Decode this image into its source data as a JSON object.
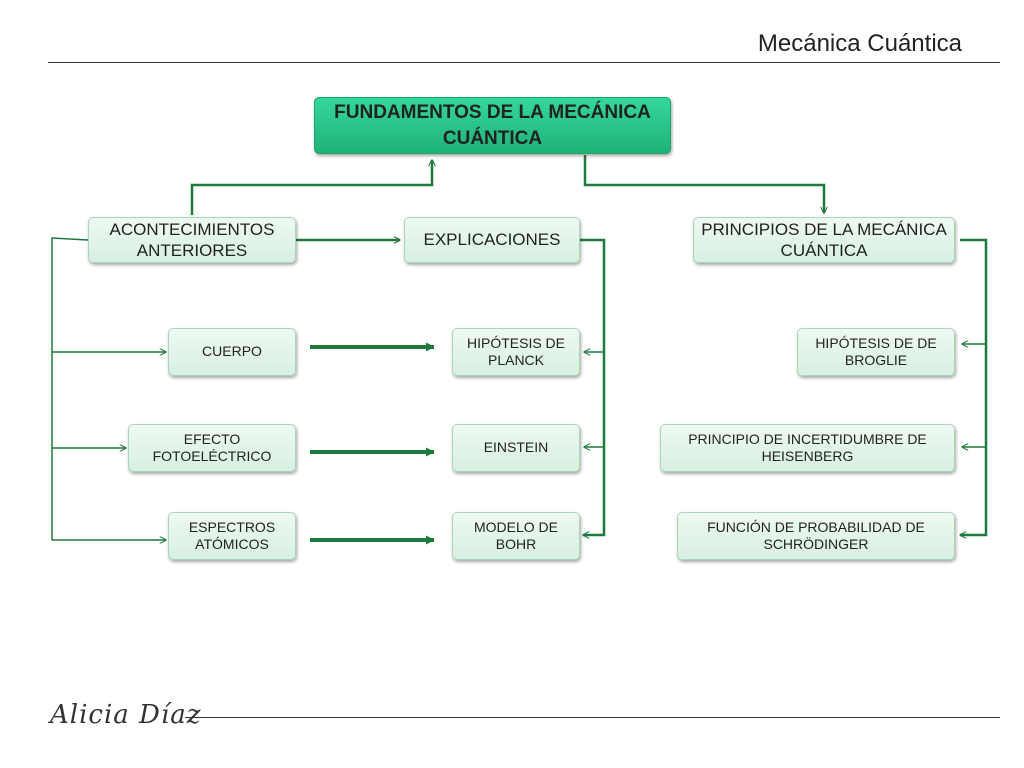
{
  "header": {
    "title": "Mecánica Cuántica"
  },
  "footer": {
    "author": "Alicia Díaz"
  },
  "colors": {
    "connector": "#1e7a3c",
    "main_box": "#22c080",
    "sub_box": "#e4f5ec"
  },
  "diagram": {
    "root": "FUNDAMENTOS DE LA MECÁNICA CUÁNTICA",
    "anteriores": "ACONTECIMIENTOS ANTERIORES",
    "explicaciones": "EXPLICACIONES",
    "principios": "PRINCIPIOS DE LA MECÁNICA CUÁNTICA",
    "cuerpo": "CUERPO",
    "efecto": "EFECTO FOTOELÉCTRICO",
    "espectros": "ESPECTROS ATÓMICOS",
    "planck": "HIPÓTESIS DE PLANCK",
    "einstein": "EINSTEIN",
    "bohr": "MODELO DE BOHR",
    "broglie": "HIPÓTESIS DE DE BROGLIE",
    "heisenberg": "PRINCIPIO DE INCERTIDUMBRE DE HEISENBERG",
    "schrodinger": "FUNCIÓN DE PROBABILIDAD DE SCHRÖDINGER"
  }
}
